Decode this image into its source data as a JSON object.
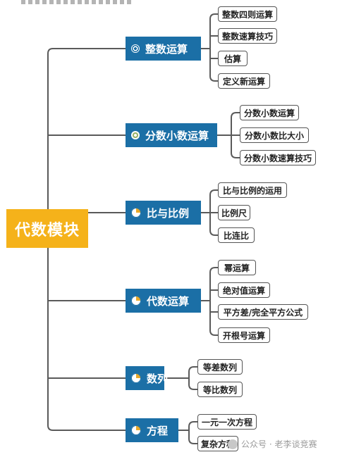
{
  "root": {
    "label": "代数模块"
  },
  "categories": [
    {
      "label": "整数运算",
      "icon": "target-icon",
      "items": [
        "整数四则运算",
        "整数速算技巧",
        "估算",
        "定义新运算"
      ]
    },
    {
      "label": "分数小数运算",
      "icon": "gear-icon",
      "items": [
        "分数小数运算",
        "分数小数比大小",
        "分数小数速算技巧"
      ]
    },
    {
      "label": "比与比例",
      "icon": "pie-chart-icon",
      "items": [
        "比与比例的运用",
        "比例尺",
        "比连比"
      ]
    },
    {
      "label": "代数运算",
      "icon": "pie-chart-icon",
      "items": [
        "幂运算",
        "绝对值运算",
        "平方差/完全平方公式",
        "开根号运算"
      ]
    },
    {
      "label": "数列",
      "icon": "pie-chart-icon",
      "items": [
        "等差数列",
        "等比数列"
      ]
    },
    {
      "label": "方程",
      "icon": "pie-chart-icon",
      "items": [
        "一元一次方程",
        "复杂方程"
      ]
    }
  ],
  "watermark": {
    "text": "公众号 · 老李谈竞赛"
  },
  "colors": {
    "root_bg": "#f5b21a",
    "category_bg": "#1b6fa6",
    "line": "#555555"
  }
}
